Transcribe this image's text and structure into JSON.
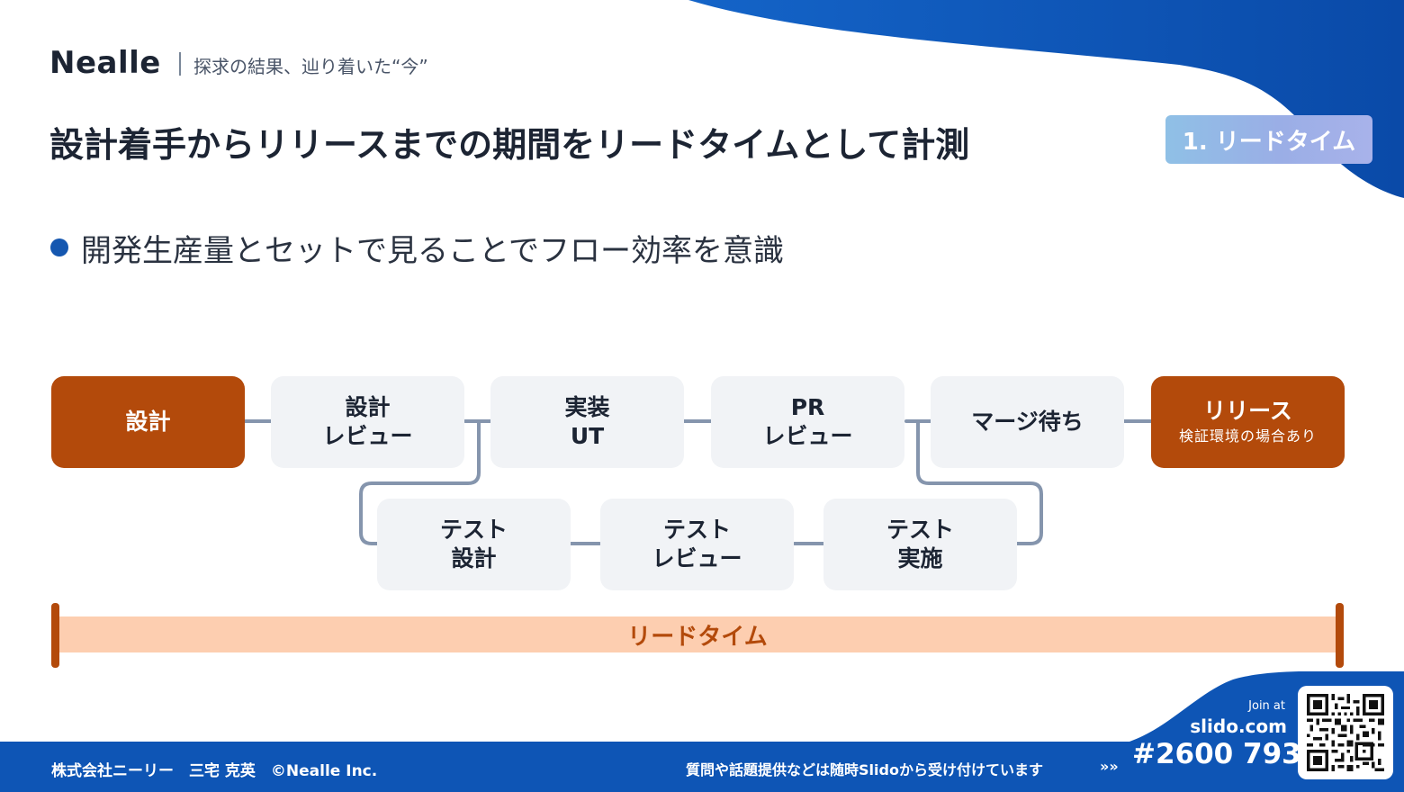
{
  "header": {
    "brand": "Nealle",
    "tagline": "探求の結果、辿り着いた“今”",
    "title": "設計着手からリリースまでの期間をリードタイムとして計測",
    "badge": "1. リードタイム"
  },
  "bullet": {
    "text": "開発生産量とセットで見ることでフロー効率を意識"
  },
  "flow": {
    "top_row": [
      {
        "line1": "設計",
        "line2": ""
      },
      {
        "line1": "設計",
        "line2": "レビュー"
      },
      {
        "line1": "実装",
        "line2": "UT"
      },
      {
        "line1": "PR",
        "line2": "レビュー"
      },
      {
        "line1": "マージ待ち",
        "line2": ""
      },
      {
        "line1": "リリース",
        "line2": "検証環境の場合あり"
      }
    ],
    "bottom_row": [
      {
        "line1": "テスト",
        "line2": "設計"
      },
      {
        "line1": "テスト",
        "line2": "レビュー"
      },
      {
        "line1": "テスト",
        "line2": "実施"
      }
    ],
    "lead_time_label": "リードタイム"
  },
  "footer": {
    "company": "株式会社ニーリー　三宅 克英　©Nealle Inc.",
    "question": "質問や話題提供などは随時Slidoから受け付けています",
    "arrows": "»»",
    "join": "Join at",
    "site": "slido.com",
    "code": "#2600 793"
  },
  "colors": {
    "primary_blue": "#0e55b5",
    "accent_orange": "#b34a0b",
    "lead_time_fill": "#fdceb0",
    "box_fill": "#f1f3f6",
    "connector": "#8595ad"
  }
}
